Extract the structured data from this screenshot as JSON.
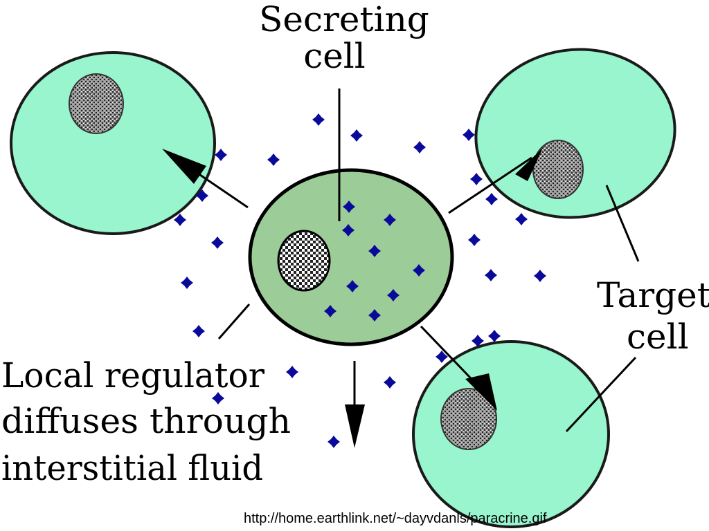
{
  "labels": {
    "secreting_line1": "Secreting",
    "secreting_line2": "cell",
    "target_line1": "Target",
    "target_line2": "cell",
    "regulator_line1": "Local regulator",
    "regulator_line2": "diffuses through",
    "regulator_line3": "interstitial fluid"
  },
  "source_url": "http://home.earthlink.net/~dayvdanls/paracrine.gif",
  "colors": {
    "target_cell_fill": "#99f5cd",
    "secreting_cell_fill": "#9ccc98",
    "molecule": "#0a0a9a",
    "outline": "#000000"
  }
}
